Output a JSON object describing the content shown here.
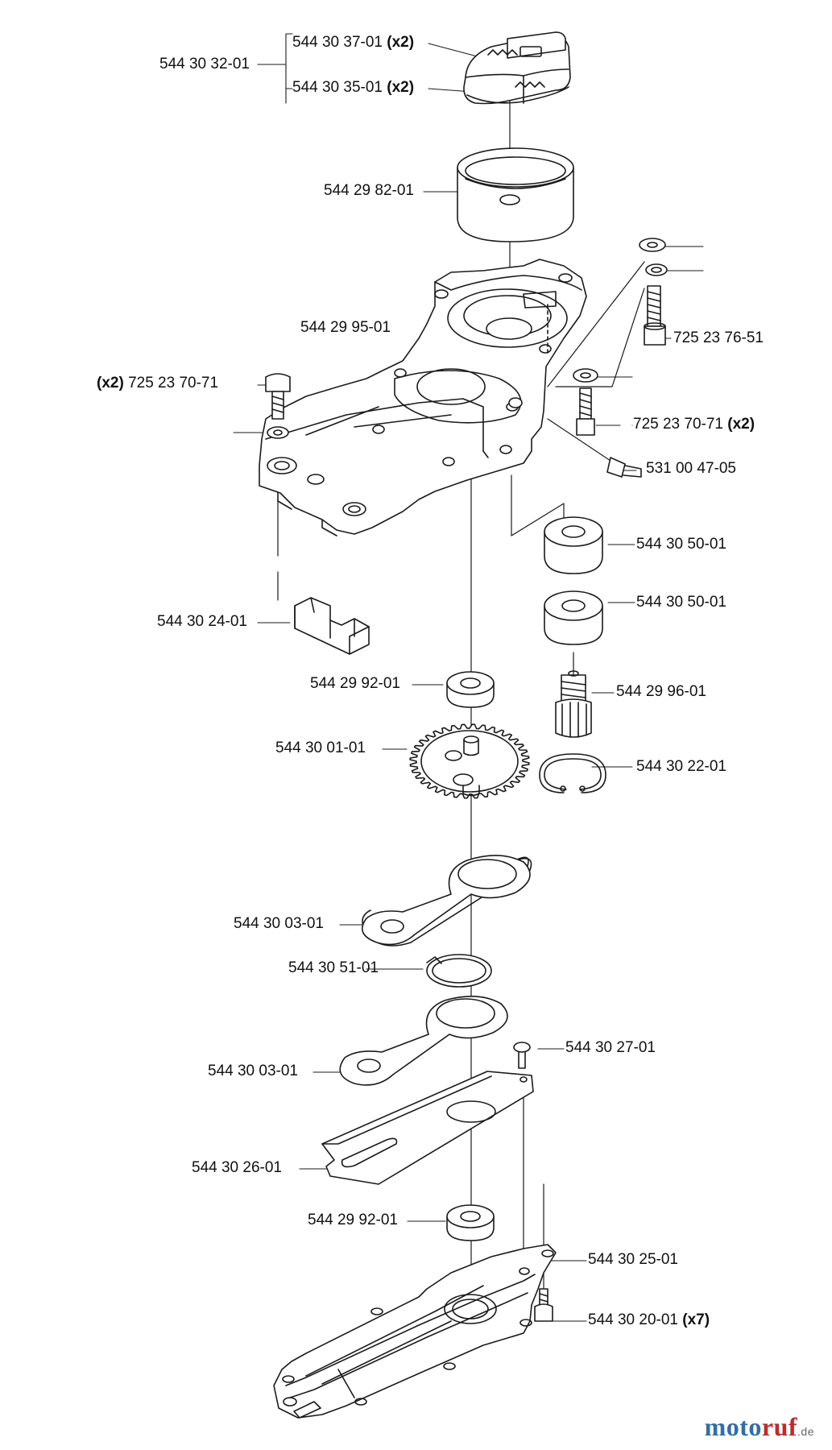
{
  "diagram": {
    "parts": [
      {
        "id": "p1",
        "number": "544 30 32-01",
        "qty": ""
      },
      {
        "id": "p2",
        "number": "544 30 37-01",
        "qty": "(x2)"
      },
      {
        "id": "p3",
        "number": "544 30 35-01",
        "qty": "(x2)"
      },
      {
        "id": "p4",
        "number": "544 29 82-01",
        "qty": ""
      },
      {
        "id": "p5",
        "number": "544 29 95-01",
        "qty": ""
      },
      {
        "id": "p6",
        "number": "725 23 76-51",
        "qty": ""
      },
      {
        "id": "p7",
        "number": "725 23 70-71",
        "qty": "(x2)"
      },
      {
        "id": "p8",
        "number": "725 23 70-71",
        "qty": "(x2)"
      },
      {
        "id": "p9",
        "number": "531 00 47-05",
        "qty": ""
      },
      {
        "id": "p10",
        "number": "544 30 50-01",
        "qty": ""
      },
      {
        "id": "p11",
        "number": "544 30 50-01",
        "qty": ""
      },
      {
        "id": "p12",
        "number": "544 30 24-01",
        "qty": ""
      },
      {
        "id": "p13",
        "number": "544 29 92-01",
        "qty": ""
      },
      {
        "id": "p14",
        "number": "544 29 96-01",
        "qty": ""
      },
      {
        "id": "p15",
        "number": "544 30 01-01",
        "qty": ""
      },
      {
        "id": "p16",
        "number": "544 30 22-01",
        "qty": ""
      },
      {
        "id": "p17",
        "number": "544 30 03-01",
        "qty": ""
      },
      {
        "id": "p18",
        "number": "544 30 51-01",
        "qty": ""
      },
      {
        "id": "p19",
        "number": "544 30 03-01",
        "qty": ""
      },
      {
        "id": "p20",
        "number": "544 30 27-01",
        "qty": ""
      },
      {
        "id": "p21",
        "number": "544 30 26-01",
        "qty": ""
      },
      {
        "id": "p22",
        "number": "544 29 92-01",
        "qty": ""
      },
      {
        "id": "p23",
        "number": "544 30 25-01",
        "qty": ""
      },
      {
        "id": "p24",
        "number": "544 30 20-01",
        "qty": "(x7)"
      }
    ]
  },
  "watermark": {
    "main": "moto",
    "accent": "ruf",
    "suffix": ".de"
  }
}
